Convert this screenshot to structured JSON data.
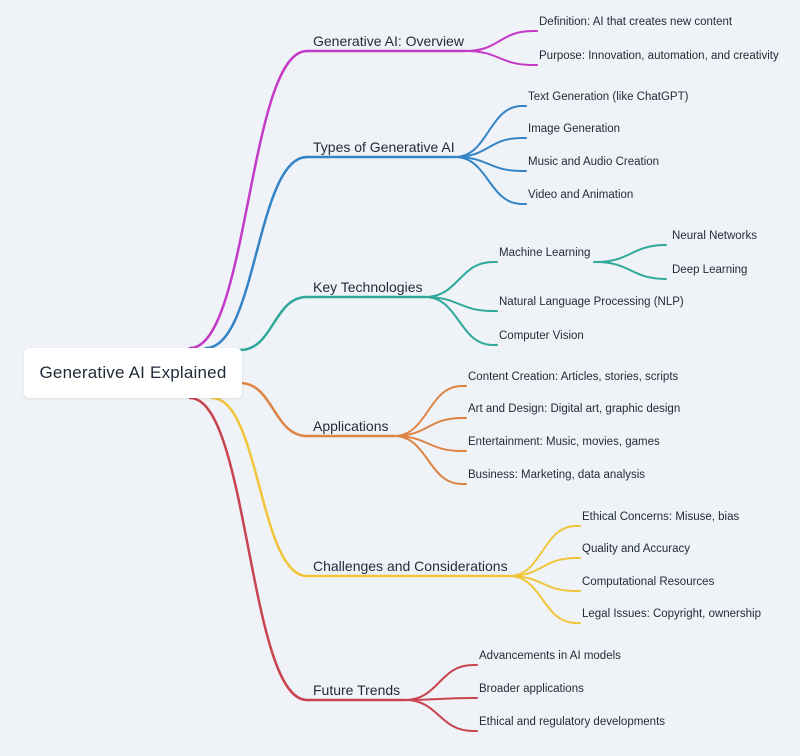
{
  "root": {
    "label": "Generative AI Explained"
  },
  "branches": [
    {
      "label": "Generative AI: Overview",
      "color": "#c43ac8",
      "children": [
        {
          "label": "Definition: AI that creates new content"
        },
        {
          "label": "Purpose: Innovation, automation, and creativity"
        }
      ]
    },
    {
      "label": "Types of Generative AI",
      "color": "#3384c6",
      "children": [
        {
          "label": "Text Generation (like ChatGPT)"
        },
        {
          "label": "Image Generation"
        },
        {
          "label": "Music and Audio Creation"
        },
        {
          "label": "Video and Animation"
        }
      ]
    },
    {
      "label": "Key Technologies",
      "color": "#2fa89c",
      "children": [
        {
          "label": "Machine Learning",
          "children": [
            {
              "label": "Neural Networks"
            },
            {
              "label": "Deep Learning"
            }
          ]
        },
        {
          "label": "Natural Language Processing (NLP)"
        },
        {
          "label": "Computer Vision"
        }
      ]
    },
    {
      "label": "Applications",
      "color": "#dd8444",
      "children": [
        {
          "label": "Content Creation: Articles, stories, scripts"
        },
        {
          "label": "Art and Design: Digital art, graphic design"
        },
        {
          "label": "Entertainment: Music, movies, games"
        },
        {
          "label": "Business: Marketing, data analysis"
        }
      ]
    },
    {
      "label": "Challenges and Considerations",
      "color": "#f0c53a",
      "children": [
        {
          "label": "Ethical Concerns: Misuse, bias"
        },
        {
          "label": "Quality and Accuracy"
        },
        {
          "label": "Computational Resources"
        },
        {
          "label": "Legal Issues: Copyright, ownership"
        }
      ]
    },
    {
      "label": "Future Trends",
      "color": "#c8444e",
      "children": [
        {
          "label": "Advancements in AI models"
        },
        {
          "label": "Broader applications"
        },
        {
          "label": "Ethical and regulatory developments"
        }
      ]
    }
  ]
}
